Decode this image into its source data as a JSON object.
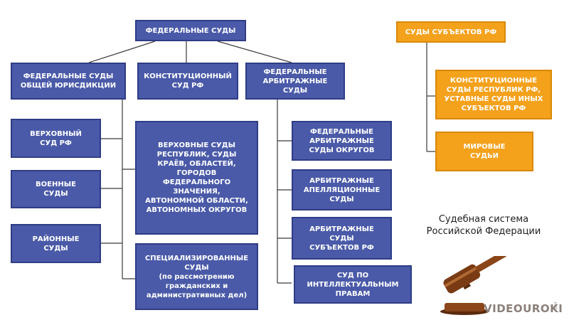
{
  "federal": {
    "title": "ФЕДЕРАЛЬНЫЕ СУДЫ",
    "general": "ФЕДЕРАЛЬНЫЕ СУДЫ\nОБЩЕЙ ЮРИСДИКЦИИ",
    "constitutional": "КОНСТИТУЦИОННЫЙ\nСУД РФ",
    "arbitration": "ФЕДЕРАЛЬНЫЕ\nАРБИТРАЖНЫЕ СУДЫ"
  },
  "general_courts": {
    "supreme": "ВЕРХОВНЫЙ\nСУД РФ",
    "military": "ВОЕННЫЕ\nСУДЫ",
    "district": "РАЙОННЫЕ\nСУДЫ",
    "regional": "ВЕРХОВНЫЕ СУДЫ\nРЕСПУБЛИК, СУДЫ\nКРАЁВ, ОБЛАСТЕЙ,\nГОРОДОВ\nФЕДЕРАЛЬНОГО\nЗНАЧЕНИЯ,\nАВТОНОМНОЙ ОБЛАСТИ,\nАВТОНОМНЫХ ОКРУГОВ",
    "specialized": "СПЕЦИАЛИЗИРОВАННЫЕ\nСУДЫ\n(по рассмотрению\nгражданских и\nадминистративных дел)"
  },
  "arbitration_courts": {
    "districts": "ФЕДЕРАЛЬНЫЕ\nАРБИТРАЖНЫЕ\nСУДЫ ОКРУГОВ",
    "appeal": "АРБИТРАЖНЫЕ\nАПЕЛЛЯЦИОННЫЕ\nСУДЫ",
    "subjects": "АРБИТРАЖНЫЕ\nСУДЫ\nСУБЪЕКТОВ РФ",
    "ip": "СУД ПО\nИНТЕЛЛЕКТУАЛЬНЫМ\nПРАВАМ"
  },
  "subject_courts": {
    "title": "СУДЫ СУБЪЕКТОВ РФ",
    "constitutional": "КОНСТИТУЦИОННЫЕ\nСУДЫ РЕСПУБЛИК РФ,\nУСТАВНЫЕ СУДЫ ИНЫХ\nСУБЪЕКТОВ РФ",
    "magistrates": "МИРОВЫЕ\nСУДЬИ"
  },
  "caption": "Судебная система\nРоссийской Федерации",
  "logo": {
    "text": "VIDEOUROKI",
    "suffix": ".net"
  },
  "colors": {
    "blue_box": "#4a5aa8",
    "blue_border": "#2f3c85",
    "orange_box": "#f4a11c",
    "line": "#3a3a3a",
    "gavel": "#7a3b14"
  },
  "icons": {
    "gavel": "gavel-icon"
  }
}
